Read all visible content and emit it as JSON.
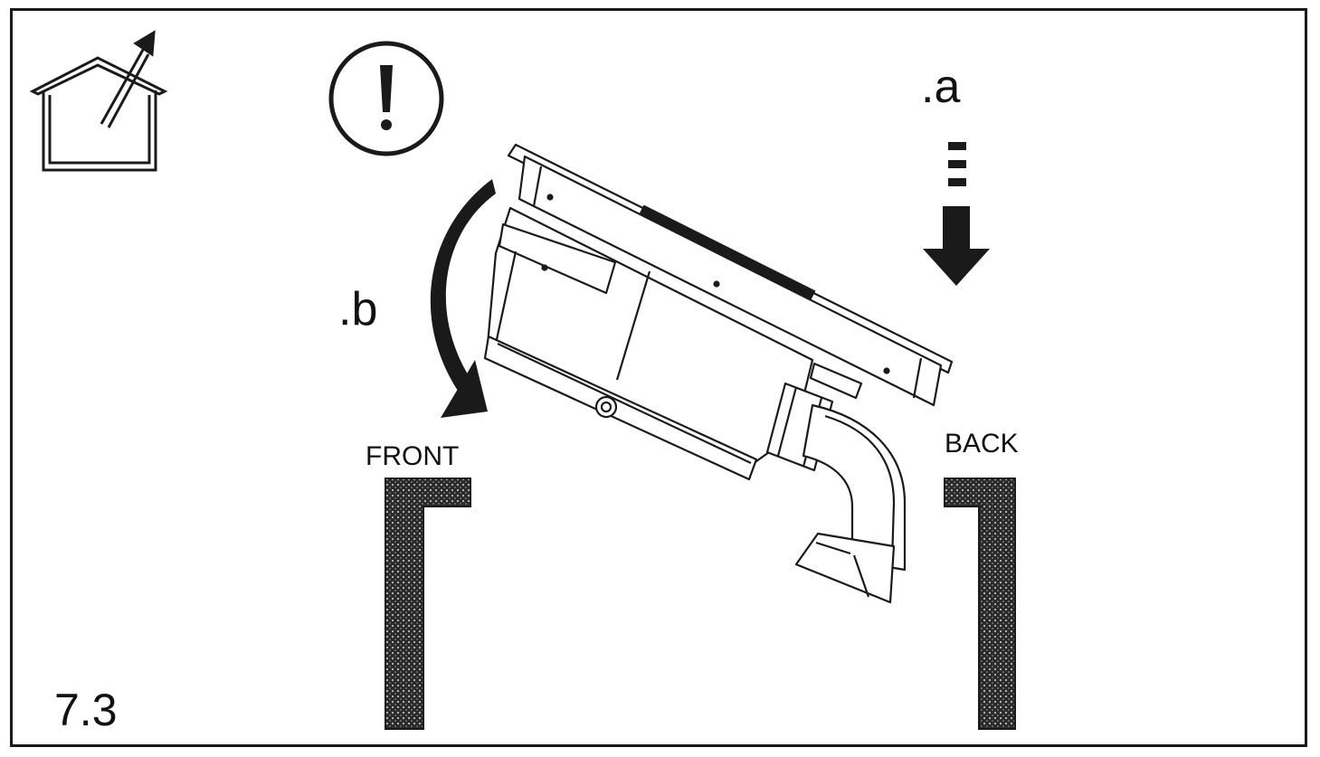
{
  "labels": {
    "step_a": ".a",
    "step_b": ".b",
    "front": "FRONT",
    "back": "BACK",
    "figure_number": "7.3"
  },
  "icons": {
    "house": "house-ventilation-icon",
    "warning": "exclamation-warning-icon"
  },
  "colors": {
    "line": "#1a1a1a",
    "background": "#ffffff",
    "wall_fill": "#3a3a3a"
  }
}
